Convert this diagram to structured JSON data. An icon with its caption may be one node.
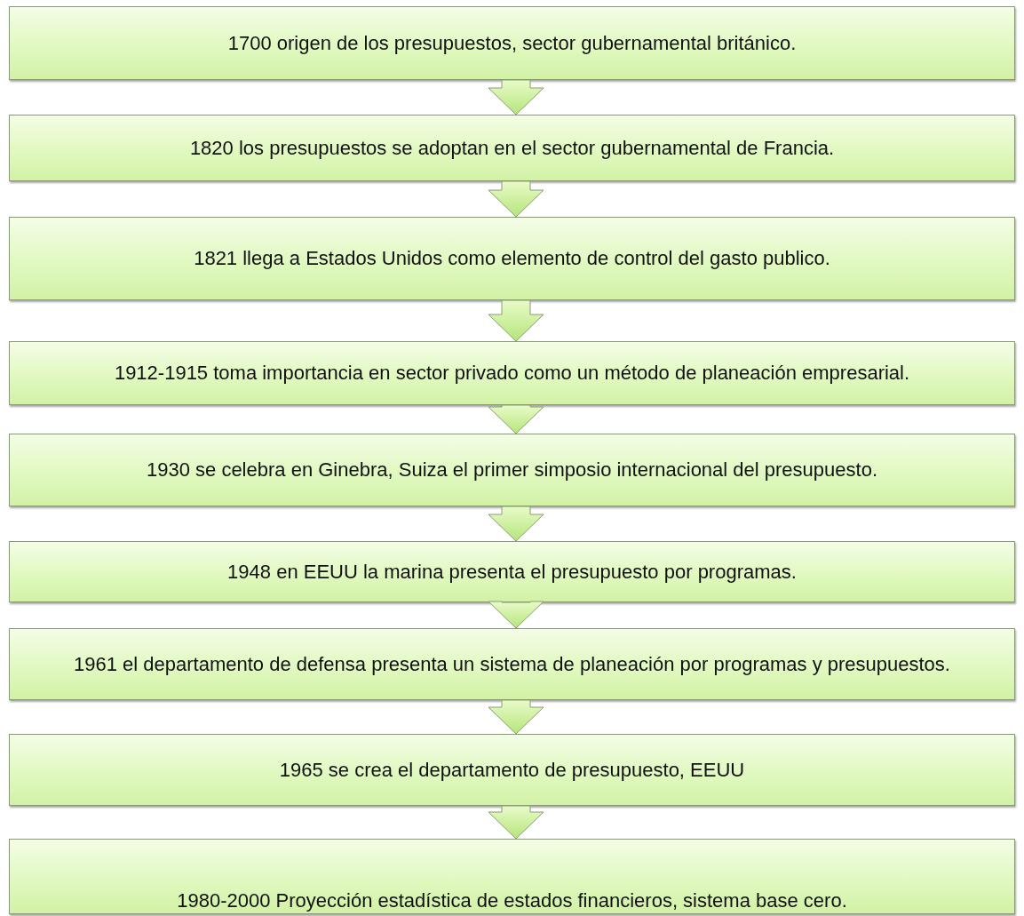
{
  "diagram": {
    "nodes": [
      {
        "text": [
          "1700 origen de los presupuestos, sector gubernamental británico."
        ]
      },
      {
        "text": [
          "1820 los presupuestos se adoptan en el sector gubernamental de Francia."
        ]
      },
      {
        "text": [
          "1821 llega a Estados Unidos como elemento de control del gasto publico."
        ]
      },
      {
        "text": [
          "1912-1915 toma importancia en sector privado como un método de planeación empresarial."
        ]
      },
      {
        "text": [
          "1930 se celebra en Ginebra, Suiza el primer simposio internacional del presupuesto."
        ]
      },
      {
        "text": [
          "1948 en EEUU la marina presenta el presupuesto por programas."
        ]
      },
      {
        "text": [
          "1961 el departamento de defensa presenta un sistema de planeación por programas y presupuestos."
        ]
      },
      {
        "text": [
          "1965 se crea el departamento de presupuesto, EEUU"
        ]
      },
      {
        "text": [
          "1980-2000 Proyección estadística de estados financieros, sistema base cero."
        ]
      }
    ],
    "edges": [
      {
        "from": 0,
        "to": 1,
        "arrow": "to"
      },
      {
        "from": 1,
        "to": 2,
        "arrow": "to"
      },
      {
        "from": 2,
        "to": 3,
        "arrow": "to"
      },
      {
        "from": 3,
        "to": 4,
        "arrow": "to"
      },
      {
        "from": 4,
        "to": 5,
        "arrow": "to"
      },
      {
        "from": 5,
        "to": 6,
        "arrow": "to"
      },
      {
        "from": 6,
        "to": 7,
        "arrow": "to"
      },
      {
        "from": 7,
        "to": 8,
        "arrow": "to"
      }
    ]
  }
}
